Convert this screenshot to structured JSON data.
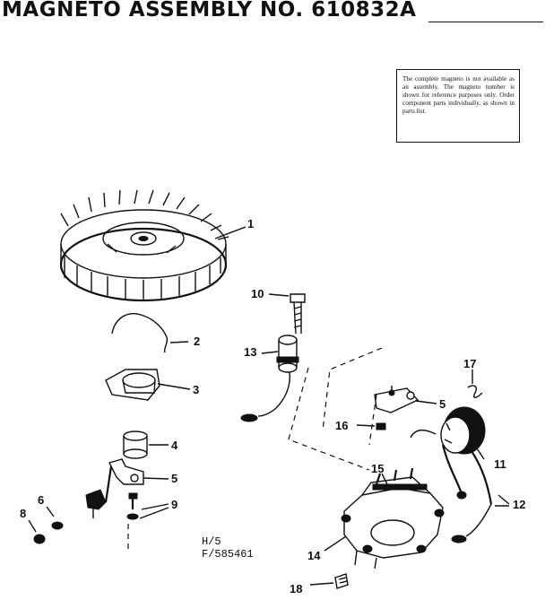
{
  "title": "MAGNETO ASSEMBLY NO. 610832A",
  "note": "The complete magneto is not available as an assembly. The magneto number is shown for reference purposes only. Order component parts individually, as shown in parts list.",
  "ref": {
    "line1": "H/5",
    "line2": "F/585461"
  },
  "callouts": {
    "c1": "1",
    "c2": "2",
    "c3": "3",
    "c4": "4",
    "c5a": "5",
    "c5b": "5",
    "c6": "6",
    "c8": "8",
    "c9": "9",
    "c10": "10",
    "c11": "11",
    "c12": "12",
    "c13": "13",
    "c14": "14",
    "c15": "15",
    "c16": "16",
    "c17": "17",
    "c18": "18"
  }
}
